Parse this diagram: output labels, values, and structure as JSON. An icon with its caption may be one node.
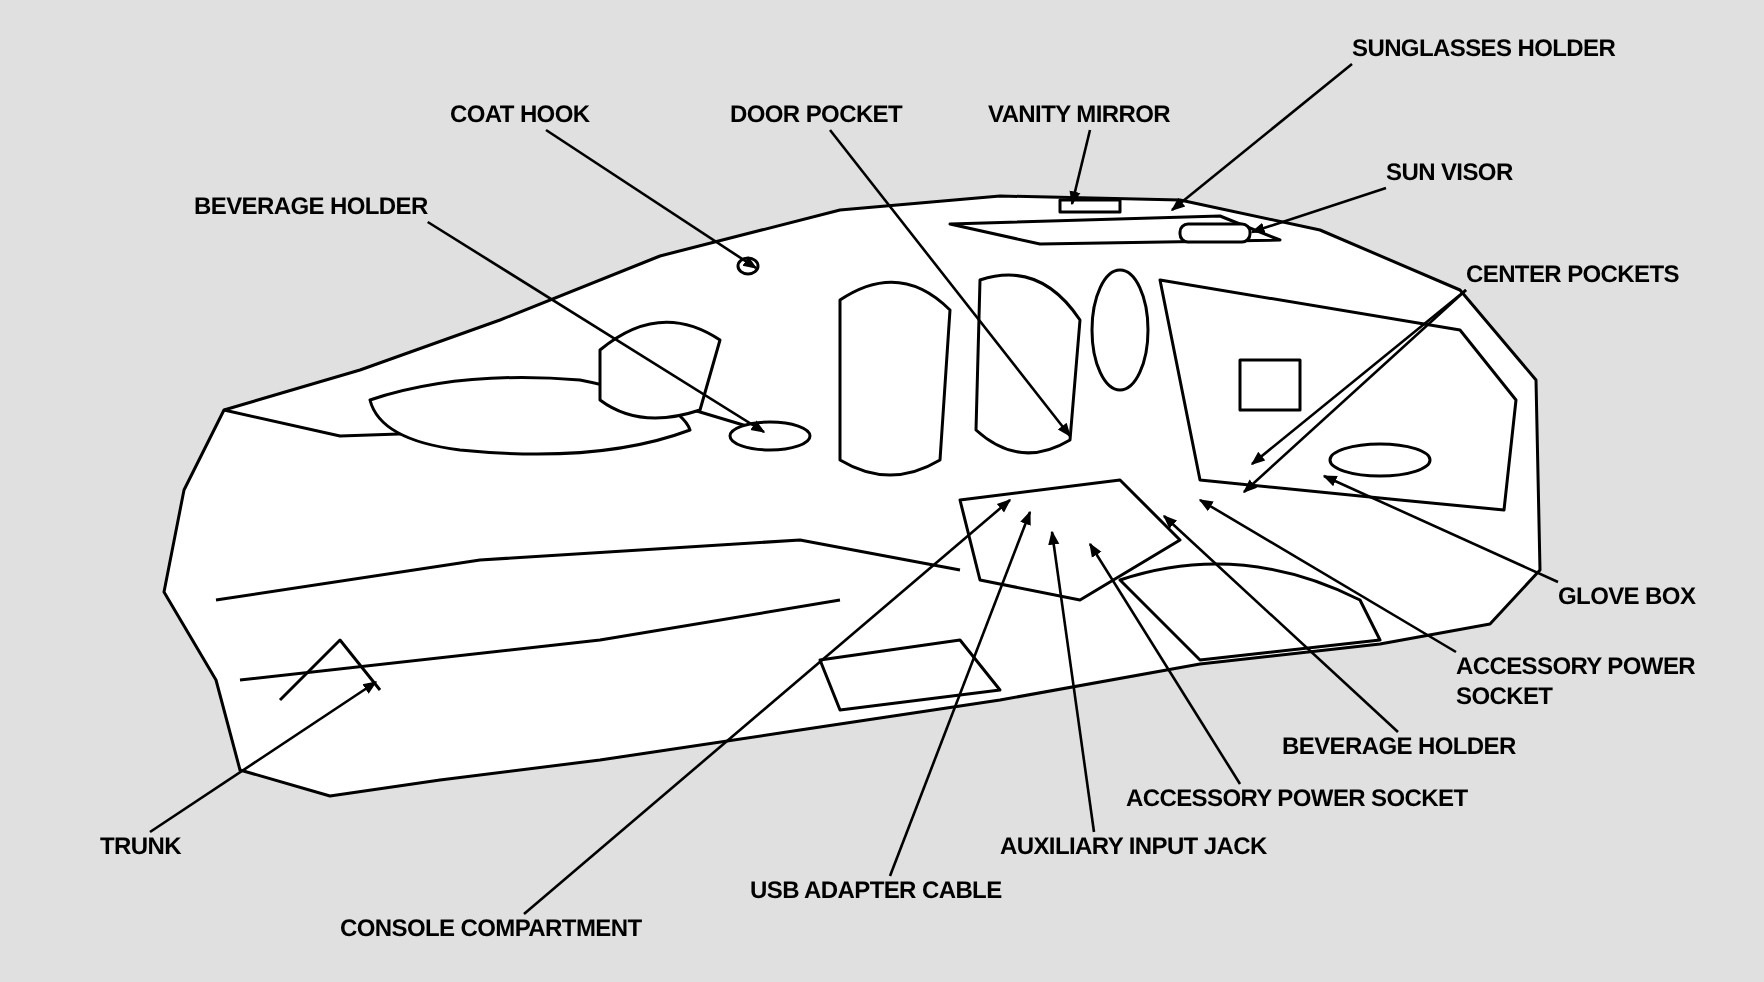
{
  "diagram": {
    "nodes": [
      {
        "text": [
          "COAT HOOK"
        ]
      },
      {
        "text": [
          "DOOR POCKET"
        ]
      },
      {
        "text": [
          "VANITY MIRROR"
        ]
      },
      {
        "text": [
          "SUNGLASSES HOLDER"
        ]
      },
      {
        "text": [
          "SUN VISOR"
        ]
      },
      {
        "text": [
          "BEVERAGE HOLDER"
        ]
      },
      {
        "text": [
          "CENTER POCKETS"
        ]
      },
      {
        "text": [
          "GLOVE BOX"
        ]
      },
      {
        "text": [
          "ACCESSORY POWER SOCKET"
        ]
      },
      {
        "text": [
          "BEVERAGE HOLDER"
        ]
      },
      {
        "text": [
          "ACCESSORY POWER SOCKET"
        ]
      },
      {
        "text": [
          "AUXILIARY INPUT JACK"
        ]
      },
      {
        "text": [
          "USB ADAPTER CABLE"
        ]
      },
      {
        "text": [
          "TRUNK"
        ]
      },
      {
        "text": [
          "CONSOLE COMPARTMENT"
        ]
      }
    ],
    "edges": [
      {
        "from": 0,
        "to": null,
        "arrow": "to"
      },
      {
        "from": 1,
        "to": null,
        "arrow": "to"
      },
      {
        "from": 2,
        "to": null,
        "arrow": "to"
      },
      {
        "from": 3,
        "to": null,
        "arrow": "to"
      },
      {
        "from": 4,
        "to": null,
        "arrow": "to"
      },
      {
        "from": 5,
        "to": null,
        "arrow": "to"
      },
      {
        "from": 6,
        "to": null,
        "arrow": "to"
      },
      {
        "from": 6,
        "to": null,
        "arrow": "to"
      },
      {
        "from": 7,
        "to": null,
        "arrow": "to"
      },
      {
        "from": 8,
        "to": null,
        "arrow": "to"
      },
      {
        "from": 9,
        "to": null,
        "arrow": "to"
      },
      {
        "from": 10,
        "to": null,
        "arrow": "to"
      },
      {
        "from": 11,
        "to": null,
        "arrow": "to"
      },
      {
        "from": 12,
        "to": null,
        "arrow": "to"
      },
      {
        "from": 13,
        "to": null,
        "arrow": "to"
      },
      {
        "from": 14,
        "to": null,
        "arrow": "to"
      }
    ]
  }
}
